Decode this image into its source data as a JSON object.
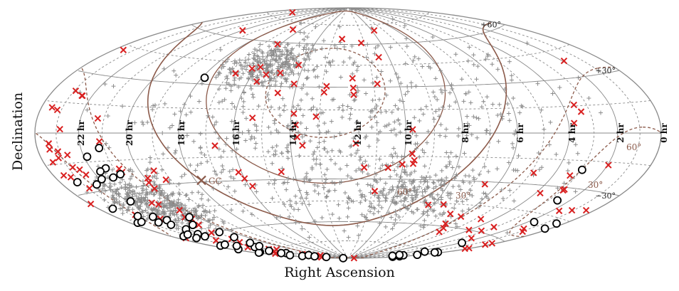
{
  "chart_data": {
    "type": "scatter",
    "projection": "aitoff-hammer (mollweide-like full sky)",
    "xlabel": "Right Ascension",
    "ylabel": "Declination",
    "ra_tick_labels": [
      {
        "label": "12 hr",
        "ra_hr": 12
      },
      {
        "label": "10 hr",
        "ra_hr": 10
      },
      {
        "label": "8 hr",
        "ra_hr": 8
      },
      {
        "label": "6 hr",
        "ra_hr": 6
      },
      {
        "label": "4 hr",
        "ra_hr": 4
      },
      {
        "label": "2 hr",
        "ra_hr": 2
      },
      {
        "label": "0 hr",
        "ra_hr": 0
      },
      {
        "label": "22 hr",
        "ra_hr": 22
      },
      {
        "label": "20 hr",
        "ra_hr": 20
      },
      {
        "label": "18 hr",
        "ra_hr": 18
      },
      {
        "label": "16 hr",
        "ra_hr": 16
      },
      {
        "label": "14 hr",
        "ra_hr": 14
      }
    ],
    "dec_tick_labels": [
      {
        "label": "+60°",
        "dec": 60
      },
      {
        "label": "+30°",
        "dec": 30
      },
      {
        "label": "−30°",
        "dec": -30
      }
    ],
    "galactic_annotations": [
      {
        "label": "GC",
        "color": "#8b5a4a"
      },
      {
        "label": "60°",
        "color": "#8b5a4a"
      },
      {
        "label": "30°",
        "color": "#8b5a4a"
      },
      {
        "label": "60°",
        "color": "#8b5a4a"
      },
      {
        "label": "30°",
        "color": "#8b5a4a"
      }
    ],
    "colors": {
      "grid": "#8a8a8a",
      "galactic": "#8b5a4a",
      "plus": "#8c8c8c",
      "cross": "#d92020",
      "circle": "#000000"
    },
    "galactic_center": {
      "ra_hr": 17.76,
      "dec": -28.9
    },
    "circles": [
      [
        17.89,
        33.9
      ],
      [
        21.21,
        -8.0
      ],
      [
        21.86,
        -12.3
      ],
      [
        21.35,
        -18.9
      ],
      [
        20.91,
        -22.6
      ],
      [
        21.34,
        -24.0
      ],
      [
        21.68,
        -20.3
      ],
      [
        21.92,
        -24.3
      ],
      [
        22.39,
        -26.6
      ],
      [
        23.17,
        -24.3
      ],
      [
        2.96,
        -20.0
      ],
      [
        2.58,
        -37.2
      ],
      [
        1.68,
        -49.4
      ],
      [
        0.27,
        -50.5
      ],
      [
        0.39,
        -47.3
      ],
      [
        23.6,
        -46.8
      ],
      [
        23.31,
        -38.7
      ],
      [
        23.54,
        -65.6
      ],
      [
        23.36,
        -57.4
      ],
      [
        21.85,
        -49.1
      ],
      [
        20.42,
        -49.8
      ],
      [
        21.13,
        -54.0
      ],
      [
        22.25,
        -58.6
      ],
      [
        22.09,
        -55.2
      ],
      [
        20.74,
        -60.3
      ],
      [
        20.79,
        -64.4
      ],
      [
        0.33,
        -73.2
      ],
      [
        23.57,
        -73.5
      ],
      [
        23.83,
        -73.4
      ],
      [
        22.44,
        -78.1
      ],
      [
        22.77,
        -77.3
      ],
      [
        23.03,
        -66.0
      ],
      [
        23.64,
        -69.3
      ],
      [
        22.73,
        -68.2
      ],
      [
        22.02,
        -71.3
      ],
      [
        21.43,
        -71.6
      ],
      [
        22.5,
        -74.7
      ],
      [
        21.11,
        -69.0
      ],
      [
        23.04,
        -59.8
      ],
      [
        22.28,
        -60.4
      ],
      [
        22.22,
        -51.6
      ],
      [
        22.17,
        -46.2
      ],
      [
        21.87,
        -37.1
      ],
      [
        22.54,
        -49.2
      ],
      [
        22.84,
        -57.4
      ],
      [
        1.94,
        -66.8
      ],
      [
        0.21,
        -80.5
      ],
      [
        0.38,
        -73.8
      ],
      [
        1.31,
        -75.3
      ],
      [
        0.19,
        -77.2
      ],
      [
        0.69,
        -79.7
      ],
      [
        0.12,
        -81.8
      ],
      [
        1.21,
        -80.3
      ],
      [
        23.25,
        -81.5
      ],
      [
        22.03,
        -82.4
      ],
      [
        22.61,
        -83.7
      ],
      [
        23.14,
        -89.1
      ],
      [
        0.97,
        -81.7
      ],
      [
        23.42,
        -79.2
      ],
      [
        22.39,
        -85.9
      ],
      [
        23.32,
        -47.0
      ],
      [
        22.83,
        -44.3
      ]
    ],
    "crosses": [
      [
        11.19,
        61.1
      ],
      [
        9.79,
        70.4
      ],
      [
        12.4,
        64.1
      ],
      [
        10.49,
        50.5
      ],
      [
        11.82,
        36.0
      ],
      [
        11.79,
        25.0
      ],
      [
        10.85,
        32.2
      ],
      [
        11.8,
        29.5
      ],
      [
        9.76,
        2.3
      ],
      [
        11.73,
        -6.7
      ],
      [
        11.41,
        -22.4
      ],
      [
        10.53,
        -22.5
      ],
      [
        10.03,
        -20.2
      ],
      [
        10.89,
        -38.2
      ],
      [
        9.73,
        -13.3
      ],
      [
        9.62,
        -17.5
      ],
      [
        9.64,
        -19.7
      ],
      [
        8.24,
        -46.6
      ],
      [
        7.55,
        -45.8
      ],
      [
        6.69,
        -51.7
      ],
      [
        6.14,
        -58.2
      ],
      [
        5.77,
        -61.1
      ],
      [
        5.52,
        -63.8
      ],
      [
        4.7,
        -52.9
      ],
      [
        4.03,
        -60.0
      ],
      [
        3.08,
        -56.0
      ],
      [
        2.45,
        -63.7
      ],
      [
        1.65,
        -42.0
      ],
      [
        1.09,
        -40.5
      ],
      [
        0.92,
        -54.5
      ],
      [
        6.52,
        -31.6
      ],
      [
        4.88,
        -23.3
      ],
      [
        3.78,
        5.5
      ],
      [
        3.53,
        15.6
      ],
      [
        3.36,
        11.7
      ],
      [
        1.96,
        -16.6
      ],
      [
        3.29,
        -23.5
      ],
      [
        2.93,
        -31.1
      ],
      [
        2.94,
        -31.7
      ],
      [
        3.22,
        -59.1
      ],
      [
        1.91,
        39.0
      ],
      [
        23.53,
        42.7
      ],
      [
        22.47,
        19.0
      ],
      [
        22.44,
        19.0
      ],
      [
        22.93,
        21.0
      ],
      [
        23.19,
        11.2
      ],
      [
        23.49,
        12.2
      ],
      [
        21.26,
        7.8
      ],
      [
        22.83,
        1.9
      ],
      [
        23.42,
        -7.8
      ],
      [
        23.39,
        -5.0
      ],
      [
        23.17,
        -12.1
      ],
      [
        23.07,
        -9.0
      ],
      [
        22.7,
        -10.9
      ],
      [
        23.55,
        -13.9
      ],
      [
        23.5,
        -20.4
      ],
      [
        23.24,
        -21.6
      ],
      [
        22.78,
        -17.1
      ],
      [
        22.54,
        -18.5
      ],
      [
        22.44,
        -21.3
      ],
      [
        21.14,
        -4.5
      ],
      [
        19.89,
        -25.8
      ],
      [
        20.79,
        -19.6
      ],
      [
        20.76,
        -21.5
      ],
      [
        19.41,
        -21.8
      ],
      [
        19.19,
        -27.4
      ],
      [
        20.01,
        -28.3
      ],
      [
        20.03,
        -31.9
      ],
      [
        20.26,
        -45.3
      ],
      [
        20.99,
        -39.4
      ],
      [
        20.79,
        -40.7
      ],
      [
        0.41,
        -39.0
      ],
      [
        23.96,
        -34.6
      ],
      [
        22.93,
        -27.9
      ],
      [
        22.81,
        -43.5
      ],
      [
        21.28,
        -59.7
      ],
      [
        21.58,
        -67.3
      ],
      [
        21.32,
        -64.9
      ],
      [
        22.47,
        -70.3
      ],
      [
        20.64,
        -49.4
      ],
      [
        20.47,
        -50.9
      ],
      [
        22.42,
        -59.8
      ],
      [
        22.52,
        -63.4
      ],
      [
        23.6,
        -58.3
      ],
      [
        23.39,
        -76.4
      ],
      [
        21.41,
        -75.4
      ],
      [
        21.87,
        -81.1
      ],
      [
        22.02,
        -77.3
      ],
      [
        22.34,
        -75.7
      ],
      [
        21.81,
        -74.1
      ],
      [
        23.36,
        -84.2
      ],
      [
        23.23,
        -85.1
      ],
      [
        0.1,
        -67.2
      ],
      [
        0.15,
        -68.0
      ],
      [
        0.26,
        -63.8
      ],
      [
        0.23,
        -62.4
      ],
      [
        1.3,
        -53.3
      ],
      [
        22.04,
        -47.9
      ],
      [
        3.8,
        -34.5
      ],
      [
        5.95,
        -52.8
      ],
      [
        23.01,
        -81.5
      ],
      [
        20.92,
        -84.4
      ],
      [
        20.82,
        -54.6
      ],
      [
        0.94,
        -88.9
      ],
      [
        22.33,
        79.3
      ],
      [
        19.99,
        64.6
      ],
      [
        16.66,
        69.6
      ],
      [
        16.17,
        58.6
      ],
      [
        16.74,
        37.6
      ],
      [
        15.42,
        37.7
      ],
      [
        15.64,
        32.9
      ],
      [
        15.88,
        42.5
      ],
      [
        16.2,
        41.3
      ],
      [
        14.86,
        39.1
      ],
      [
        14.23,
        44.8
      ],
      [
        14.12,
        32.0
      ],
      [
        14.64,
        25.8
      ],
      [
        12.83,
        30.6
      ],
      [
        12.9,
        26.6
      ],
      [
        15.36,
        9.6
      ],
      [
        16.7,
        -7.8
      ],
      [
        13.91,
        12.5
      ],
      [
        13.82,
        5.2
      ],
      [
        13.76,
        -2.6
      ],
      [
        13.59,
        -8.0
      ],
      [
        14.49,
        -25.0
      ],
      [
        16.12,
        -24.7
      ],
      [
        15.85,
        -33.9
      ],
      [
        16.0,
        -28.8
      ],
      [
        13.12,
        10.6
      ]
    ],
    "plus_count": 1500,
    "plus_regions": [
      {
        "ra_center_hr": 15.5,
        "ra_spread_hr": 3.0,
        "dec_center": 45,
        "dec_spread": 25,
        "weight": 0.18
      },
      {
        "ra_center_hr": 21.0,
        "ra_spread_hr": 3.0,
        "dec_center": -40,
        "dec_spread": 25,
        "weight": 0.25
      },
      {
        "ra_center_hr": 9.0,
        "ra_spread_hr": 4.0,
        "dec_center": -40,
        "dec_spread": 30,
        "weight": 0.15
      },
      {
        "ra_center_hr": 12.0,
        "ra_spread_hr": 12.0,
        "dec_center": 0,
        "dec_spread": 90,
        "weight": 0.42
      }
    ]
  }
}
